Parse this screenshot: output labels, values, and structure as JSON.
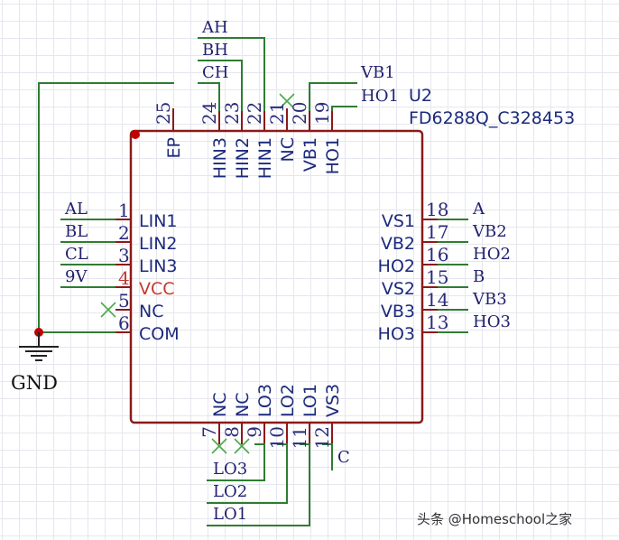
{
  "component": {
    "designator": "U2",
    "value": "FD6288Q_C328453"
  },
  "ground_label": "GND",
  "pins_left": [
    {
      "num": "1",
      "name": "LIN1",
      "net": "AL",
      "power": false
    },
    {
      "num": "2",
      "name": "LIN2",
      "net": "BL",
      "power": false
    },
    {
      "num": "3",
      "name": "LIN3",
      "net": "CL",
      "power": false
    },
    {
      "num": "4",
      "name": "VCC",
      "net": "9V",
      "power": true
    },
    {
      "num": "5",
      "name": "NC",
      "net": "",
      "nc": true
    },
    {
      "num": "6",
      "name": "COM",
      "net": "GND",
      "power": false
    }
  ],
  "pins_right": [
    {
      "num": "18",
      "name": "VS1",
      "net": "A"
    },
    {
      "num": "17",
      "name": "VB2",
      "net": "VB2"
    },
    {
      "num": "16",
      "name": "HO2",
      "net": "HO2"
    },
    {
      "num": "15",
      "name": "VS2",
      "net": "B"
    },
    {
      "num": "14",
      "name": "VB3",
      "net": "VB3"
    },
    {
      "num": "13",
      "name": "HO3",
      "net": "HO3"
    }
  ],
  "pins_top": [
    {
      "num": "25",
      "name": "EP",
      "net": "GND"
    },
    {
      "num": "24",
      "name": "HIN3",
      "net": "CH"
    },
    {
      "num": "23",
      "name": "HIN2",
      "net": "BH"
    },
    {
      "num": "22",
      "name": "HIN1",
      "net": "AH"
    },
    {
      "num": "21",
      "name": "NC",
      "net": "",
      "nc": true
    },
    {
      "num": "20",
      "name": "VB1",
      "net": "VB1"
    },
    {
      "num": "19",
      "name": "HO1",
      "net": "HO1"
    }
  ],
  "pins_bottom": [
    {
      "num": "7",
      "name": "NC",
      "net": "",
      "nc": true
    },
    {
      "num": "8",
      "name": "NC",
      "net": "",
      "nc": true
    },
    {
      "num": "9",
      "name": "LO3",
      "net": "LO3"
    },
    {
      "num": "10",
      "name": "LO2",
      "net": "LO2"
    },
    {
      "num": "11",
      "name": "LO1",
      "net": "LO1"
    },
    {
      "num": "12",
      "name": "VS3",
      "net": "C"
    }
  ],
  "net_labels": {
    "top": [
      "AH",
      "BH",
      "CH"
    ],
    "top_right": [
      "VB1",
      "HO1"
    ],
    "bottom": [
      "LO3",
      "LO2",
      "LO1"
    ],
    "bottom_right": "C"
  },
  "watermark": "头条 @Homeschool之家",
  "colors": {
    "wire": "#2e7d32",
    "pin": "#8b1a1a",
    "text": "#1c2a7c",
    "vcc": "#c4392f",
    "junction": "#c00000"
  }
}
